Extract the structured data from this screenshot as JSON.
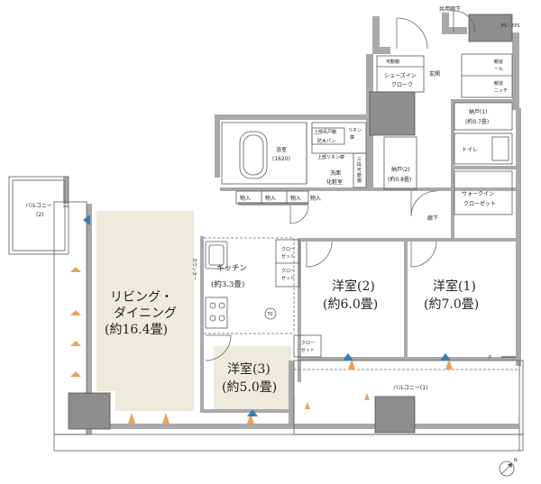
{
  "labels": {
    "common_corridor": "共用廊下",
    "ps_eps": "PS・EPS",
    "entrance": "玄関",
    "shoes_closet": [
      "シューズイン",
      "クローク"
    ],
    "movable_shelf": "可動棚",
    "ext_skill_1": [
      "観追",
      "ール"
    ],
    "ext_skill_2": [
      "観追",
      "ニッチ"
    ],
    "storage1": [
      "納戸(1)",
      "(約0.7畳)"
    ],
    "storage2": [
      "納戸(2)",
      "(約0.8畳)"
    ],
    "toilet": "トイレ",
    "bath": [
      "浴室",
      "(1620)"
    ],
    "vanity_shelf": "上部吊戸棚",
    "waterproof_pan": "防水パン",
    "linen": [
      "リネン",
      "庫"
    ],
    "upper_linen": "上部リネン庫",
    "sanitary": [
      "洗面",
      "化粧室"
    ],
    "three_shelf": [
      "三",
      "段",
      "可",
      "動",
      "棚"
    ],
    "walkin_closet": [
      "ウォークイン",
      "クローゼット"
    ],
    "hallway": "廊下",
    "cupboards": [
      "物入",
      "物入",
      "物入",
      "物入"
    ],
    "balcony2": [
      "バルコニー",
      "(2)"
    ],
    "counter": "カウンター",
    "kitchen": [
      "キッチン",
      "(約3.3畳)"
    ],
    "closet_a": [
      "クロー",
      "ゼット"
    ],
    "closet_b": [
      "クロー",
      "ゼット"
    ],
    "closet_c": [
      "クロー",
      "ゼット"
    ],
    "living": [
      "リビング・",
      "ダイニング",
      "(約16.4畳)"
    ],
    "room2": [
      "洋室(2)",
      "(約6.0畳)"
    ],
    "room1": [
      "洋室(1)",
      "(約7.0畳)"
    ],
    "room3": [
      "洋室(3)",
      "(約5.0畳)"
    ],
    "balcony1": "バルコニー(1)",
    "p_mark": "P",
    "fan_mark": "70",
    "north": "N"
  },
  "colors": {
    "wall": "#a9a9a9",
    "highlight_ldk": "#eeeadc",
    "highlight_room3": "#eeeadc",
    "vent_arrow": "#e8a45b",
    "ac_arrow": "#3a7db0"
  }
}
